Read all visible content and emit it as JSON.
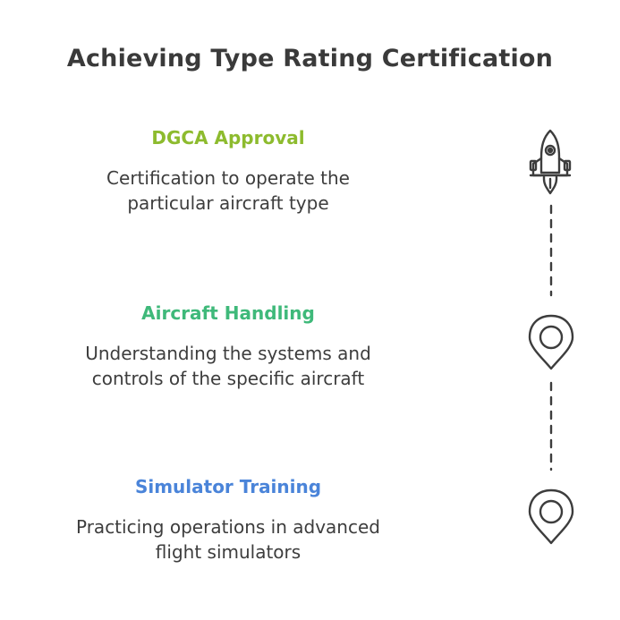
{
  "title": "Achieving Type Rating Certification",
  "steps": [
    {
      "title": "DGCA Approval",
      "description_lines": [
        "Certification to operate the",
        "particular aircraft type"
      ],
      "color": "#8dbb2e",
      "icon": "rocket-icon"
    },
    {
      "title": "Aircraft Handling",
      "description_lines": [
        "Understanding the systems and",
        "controls of the specific aircraft"
      ],
      "color": "#3fb97a",
      "icon": "map-pin-icon"
    },
    {
      "title": "Simulator Training",
      "description_lines": [
        "Practicing operations in advanced",
        "flight simulators"
      ],
      "color": "#4a84d9",
      "icon": "map-pin-icon"
    }
  ],
  "colors": {
    "title": "#3a3a3a",
    "text": "#3d3d3d",
    "line": "#3d3d3d"
  }
}
